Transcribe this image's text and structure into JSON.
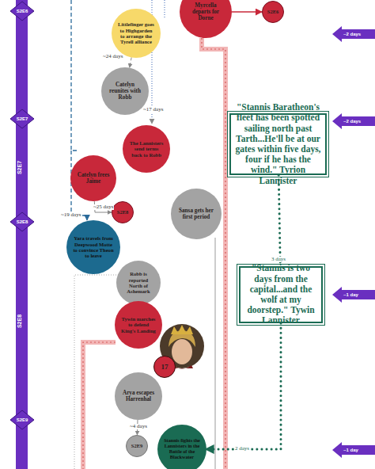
{
  "diagram": {
    "nodes": [
      {
        "text": [
          "S2E6"
        ]
      },
      {
        "text": [
          "Myrcella departs for Dorne"
        ]
      },
      {
        "text": [
          "S2E6"
        ]
      },
      {
        "text": [
          "Littlefinger goes to Highgarden to arrange the Tyrell alliance"
        ]
      },
      {
        "text": [
          "~2 days"
        ]
      },
      {
        "text": [
          "Catelyn reunites with Robb"
        ]
      },
      {
        "text": [
          "S2E7"
        ]
      },
      {
        "text": [
          "\"Stannis Baratheon's fleet has been spotted sailing north past Tarth...He'll be at our gates within five days, four if he has the wind.\"",
          "Tyrion Lannister"
        ]
      },
      {
        "text": [
          "~2 days"
        ]
      },
      {
        "text": [
          "The Lannisters send terms back to Robb"
        ]
      },
      {
        "text": [
          "Catelyn frees Jaime"
        ]
      },
      {
        "text": [
          "S2E8"
        ]
      },
      {
        "text": [
          "Sansa gets her first period"
        ]
      },
      {
        "text": [
          "S2E8"
        ]
      },
      {
        "text": [
          "Yara travels from Deepwood Motte to convince Theon to leave"
        ]
      },
      {
        "text": [
          "\"Stannis is two days from the capital...and the wolf at my doorstep.\"",
          "Tywin Lannister"
        ]
      },
      {
        "text": [
          "Robb is reported North of Ashemark"
        ]
      },
      {
        "text": [
          "~1 day"
        ]
      },
      {
        "text": [
          "Tywin marches to defend King's Landing"
        ]
      },
      {
        "text": [
          "17"
        ]
      },
      {
        "text": [
          "Arya escapes Harrenhal"
        ]
      },
      {
        "text": [
          "S2E9"
        ]
      },
      {
        "text": [
          "S2E9"
        ]
      },
      {
        "text": [
          "Stannis fights the Lannisters in the Battle of the Blackwater"
        ]
      },
      {
        "text": [
          "~1 day"
        ]
      }
    ],
    "edges": [
      {
        "from": 1,
        "to": 2,
        "arrow": "to"
      },
      {
        "from": 3,
        "to": 5,
        "label": "~24 days",
        "arrow": "to"
      },
      {
        "from": 10,
        "to": 11,
        "label": "~25 days",
        "arrow": "to"
      },
      {
        "from": 7,
        "to": 15,
        "label": "3 days",
        "arrow": "none"
      },
      {
        "from": 15,
        "to": 23,
        "label": "2 days",
        "arrow": "to"
      },
      {
        "from": 20,
        "to": 22,
        "label": "~4 days",
        "arrow": "to"
      }
    ],
    "labels": [
      "~17 days",
      "~19 days",
      "S2E7",
      "S2E8"
    ]
  }
}
